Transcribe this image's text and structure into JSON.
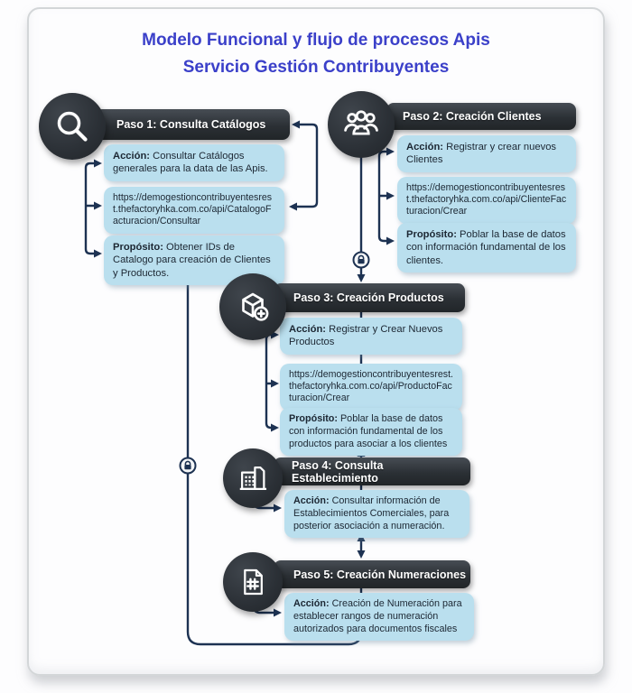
{
  "title": {
    "line1": "Modelo Funcional y flujo de procesos Apis",
    "line2": "Servicio Gestión Contribuyentes"
  },
  "colors": {
    "title_blue": "#3b40c9",
    "dark_node": "#2b3036",
    "box_blue": "#badfee",
    "connector_navy": "#1d3252"
  },
  "steps": [
    {
      "header": "Paso 1: Consulta Catálogos",
      "icon": "magnifier-icon",
      "accion_label": "Acción:",
      "accion_text": "Consultar Catálogos generales para la data de las Apis.",
      "url": "https://demogestioncontribuyentesrest.thefactoryhka.com.co/api/CatalogoFacturacion/Consultar",
      "proposito_label": "Propósito:",
      "proposito_text": "Obtener IDs  de Catalogo para creación de Clientes y Productos."
    },
    {
      "header": "Paso 2: Creación Clientes",
      "icon": "users-icon",
      "accion_label": "Acción:",
      "accion_text": "Registrar y crear nuevos Clientes",
      "url": "https://demogestioncontribuyentesrest.thefactoryhka.com.co/api/ClienteFacturacion/Crear",
      "proposito_label": "Propósito:",
      "proposito_text": "Poblar la base de datos con información fundamental de los clientes."
    },
    {
      "header": "Paso 3: Creación Productos",
      "icon": "package-plus-icon",
      "accion_label": "Acción:",
      "accion_text": "Registrar y Crear Nuevos Productos",
      "url": "https://demogestioncontribuyentesrest.thefactoryhka.com.co/api/ProductoFacturacion/Crear",
      "proposito_label": "Propósito:",
      "proposito_text": "Poblar la base de datos con información fundamental de los productos para asociar a los clientes"
    },
    {
      "header": "Paso 4: Consulta Establecimiento",
      "icon": "building-icon",
      "accion_label": "Acción:",
      "accion_text": "Consultar información de Establecimientos Comerciales, para posterior asociación a numeración."
    },
    {
      "header": "Paso 5: Creación Numeraciones",
      "icon": "numbering-document-icon",
      "accion_label": "Acción:",
      "accion_text": "Creación de Numeración para establecer rangos de numeración autorizados para documentos fiscales"
    }
  ]
}
